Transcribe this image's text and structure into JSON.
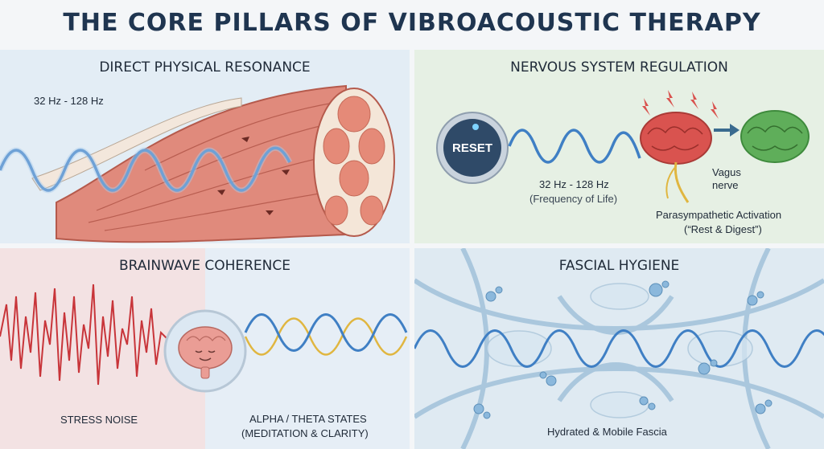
{
  "title": "THE CORE PILLARS OF VIBROACOUSTIC THERAPY",
  "panels": {
    "physical": {
      "title": "DIRECT PHYSICAL RESONANCE",
      "freq": "32 Hz - 128 Hz"
    },
    "nervous": {
      "title": "NERVOUS SYSTEM REGULATION",
      "button": "RESET",
      "freq": "32 Hz - 128 Hz",
      "freq_note": "(Frequency of Life)",
      "vagus": "Vagus\nnerve",
      "activation": "Parasympathetic Activation",
      "activation_note": "(“Rest & Digest”)"
    },
    "brainwave": {
      "title": "BRAINWAVE COHERENCE",
      "left_label": "STRESS NOISE",
      "right_label": "ALPHA / THETA STATES",
      "right_note": "(MEDITATION & CLARITY)"
    },
    "fascia": {
      "title": "FASCIAL HYGIENE",
      "caption": "Hydrated & Mobile Fascia"
    }
  },
  "colors": {
    "title": "#1f3550",
    "wave_blue": "#3f7fc4",
    "stress_red": "#c8353a",
    "theta_gold": "#e0b640",
    "brain_red": "#d9534f",
    "brain_green": "#5fae5a",
    "muscle": "#d9796b"
  }
}
